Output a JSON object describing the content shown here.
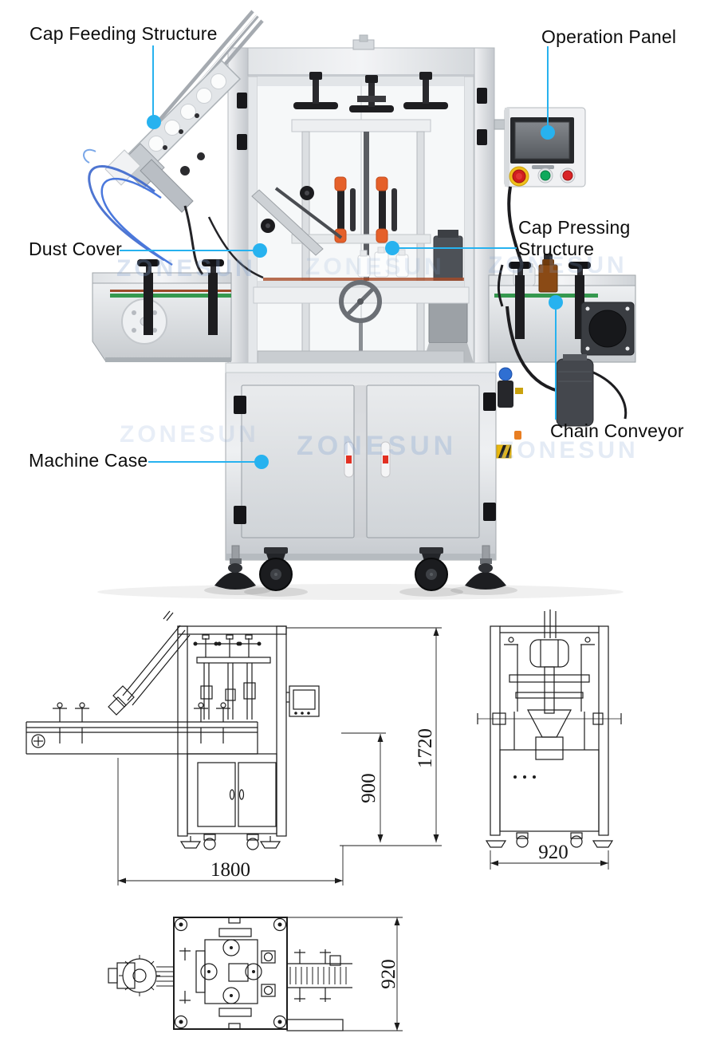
{
  "photo": {
    "watermark": "ZONESUN",
    "accent_color": "#27b2ef",
    "callouts": [
      {
        "id": "cap-feeding-structure",
        "label": "Cap Feeding Structure"
      },
      {
        "id": "operation-panel",
        "label": "Operation Panel"
      },
      {
        "id": "dust-cover",
        "label": "Dust Cover"
      },
      {
        "id": "cap-pressing-structure",
        "label": "Cap Pressing Structure"
      },
      {
        "id": "machine-case",
        "label": "Machine Case"
      },
      {
        "id": "chain-conveyor",
        "label": "Chain Conveyor"
      }
    ]
  },
  "drawings": {
    "front_view": {
      "width": "1800",
      "conveyor_height": "900",
      "total_height": "1720"
    },
    "side_view": {
      "depth": "920"
    },
    "top_view": {
      "depth": "920"
    }
  }
}
